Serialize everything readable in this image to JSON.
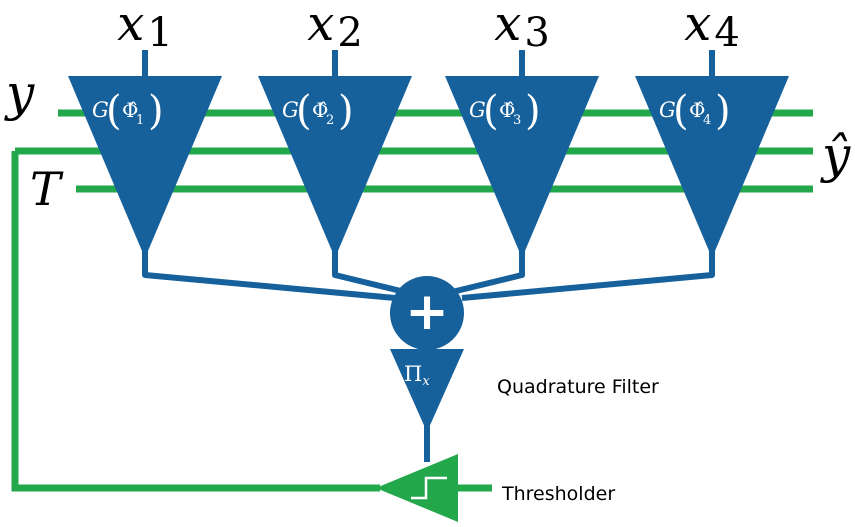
{
  "colors": {
    "blue": "#16609b",
    "green": "#22a84a",
    "white": "#ffffff",
    "black": "#000000"
  },
  "inputs": [
    {
      "var": "x",
      "sub": "1"
    },
    {
      "var": "x",
      "sub": "2"
    },
    {
      "var": "x",
      "sub": "3"
    },
    {
      "var": "x",
      "sub": "4"
    }
  ],
  "blocks": [
    {
      "fn": "G",
      "arg": "Φ̂",
      "sub": "1"
    },
    {
      "fn": "G",
      "arg": "Φ̂",
      "sub": "2"
    },
    {
      "fn": "G",
      "arg": "Φ̂",
      "sub": "3"
    },
    {
      "fn": "G",
      "arg": "Φ̂",
      "sub": "4"
    }
  ],
  "signals": {
    "y": "y",
    "y_hat": "ŷ",
    "T": "T"
  },
  "summer": {
    "symbol": "+"
  },
  "filter": {
    "symbol": "Π",
    "sub": "x",
    "label": "Quadrature Filter"
  },
  "thresholder": {
    "label": "Thresholder"
  }
}
